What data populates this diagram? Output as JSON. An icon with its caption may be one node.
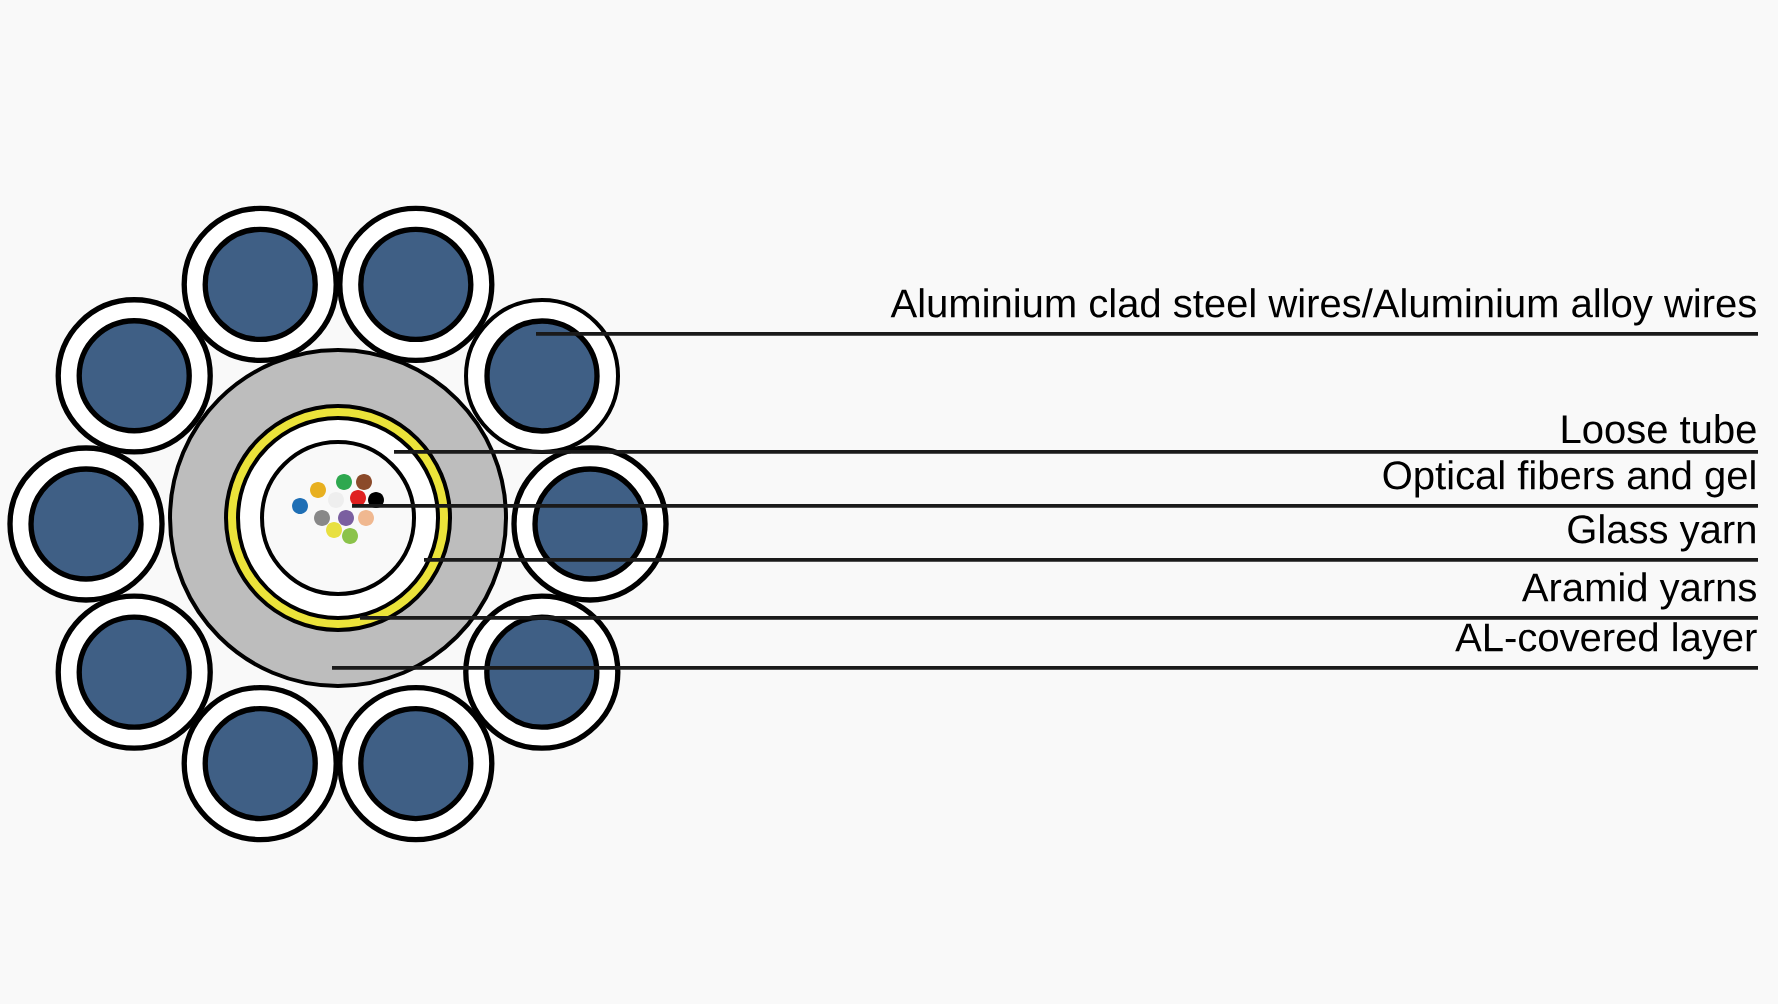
{
  "diagram": {
    "nodes": [
      {
        "text": [
          "Aluminium clad steel wires/Aluminium alloy wires"
        ]
      },
      {
        "text": [
          "Loose tube"
        ]
      },
      {
        "text": [
          "Optical fibers and gel"
        ]
      },
      {
        "text": [
          "Glass yarn"
        ]
      },
      {
        "text": [
          "Aramid yarns"
        ]
      },
      {
        "text": [
          "AL-covered layer"
        ]
      },
      {
        "text": [],
        "shape": "circle"
      },
      {
        "text": [],
        "shape": "circle"
      },
      {
        "text": [],
        "shape": "circle",
        "in": 7
      },
      {
        "text": [],
        "shape": "circle",
        "in": 8
      },
      {
        "text": [],
        "shape": "circle",
        "in": 9
      },
      {
        "text": [],
        "shape": "circle",
        "in": 10
      }
    ],
    "edges": [
      {
        "from": 0,
        "to": 6,
        "arrow": "none"
      },
      {
        "from": 1,
        "to": 10,
        "arrow": "none"
      },
      {
        "from": 2,
        "to": 11,
        "arrow": "none"
      },
      {
        "from": 3,
        "to": 9,
        "arrow": "none"
      },
      {
        "from": 4,
        "to": 8,
        "arrow": "none"
      },
      {
        "from": 5,
        "to": 7,
        "arrow": "none"
      }
    ]
  }
}
